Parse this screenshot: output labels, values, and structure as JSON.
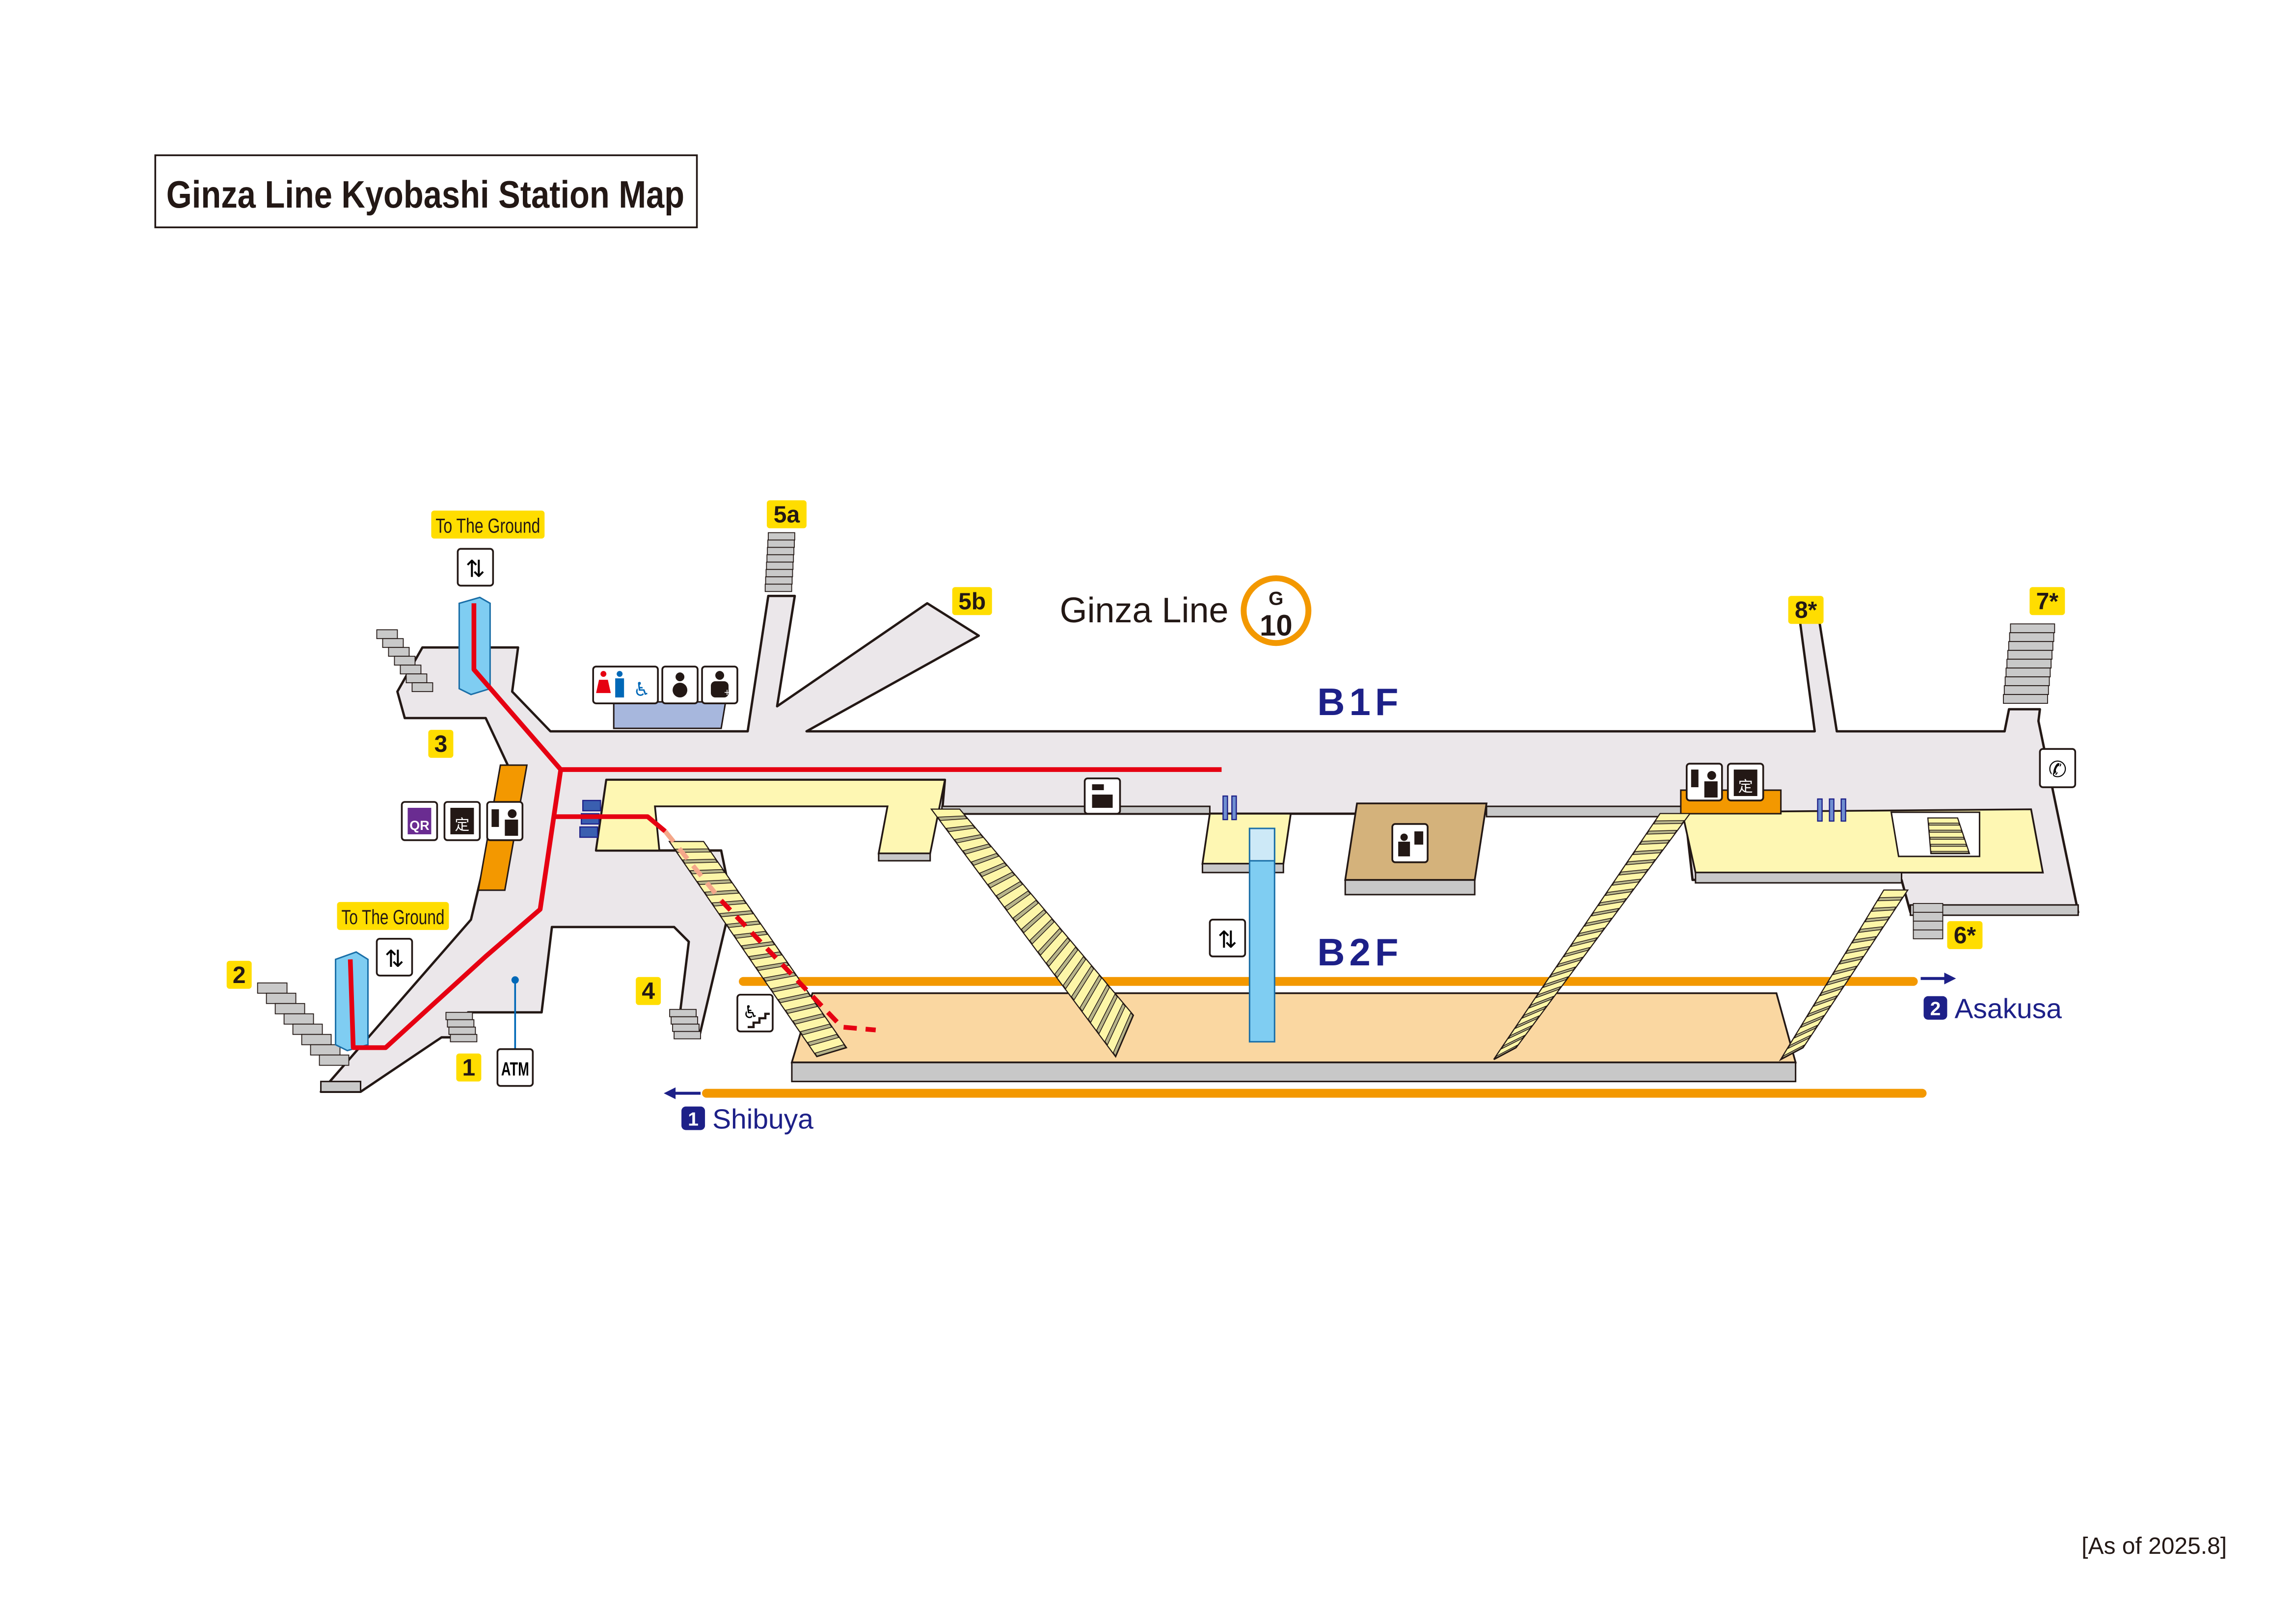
{
  "title": "Ginza Line Kyobashi Station Map",
  "as_of": "[As of 2025.8]",
  "line": {
    "name": "Ginza Line",
    "code_letter": "G",
    "code_number": "10",
    "color": "#f39800"
  },
  "floors": {
    "b1": "B1F",
    "b2": "B2F"
  },
  "exits": {
    "e1": "1",
    "e2": "2",
    "e3": "3",
    "e4": "4",
    "e5a": "5a",
    "e5b": "5b",
    "e6": "6*",
    "e7": "7*",
    "e8": "8*"
  },
  "to_ground": {
    "upper": "To The Ground",
    "lower": "To The Ground"
  },
  "directions": {
    "asakusa": {
      "num": "2",
      "label": "Asakusa"
    },
    "shibuya": {
      "num": "1",
      "label": "Shibuya"
    }
  },
  "icons": {
    "qr": "QR",
    "commuter_pass": "定",
    "atm": "ATM",
    "elevator": "⇅",
    "wheelchair": "♿",
    "phone": "✆"
  },
  "colors": {
    "route": "#e60012",
    "floor": "#ebe7ea",
    "paid_area": "#fef7b3",
    "platform": "#fad7a1",
    "elevator": "#7fcdf2",
    "accent": "#1d2088"
  }
}
